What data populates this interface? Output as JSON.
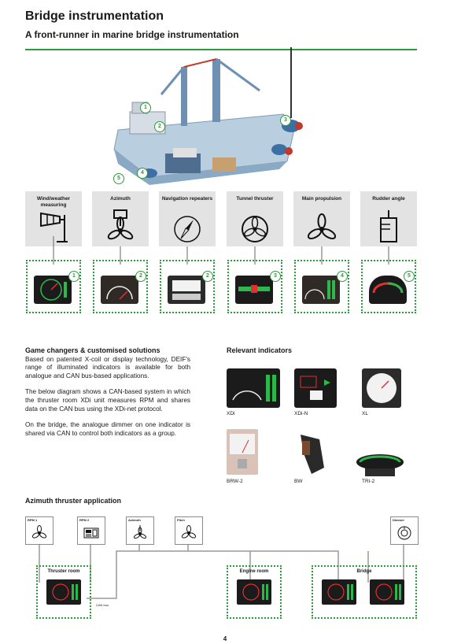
{
  "header": {
    "title": "Bridge instrumentation",
    "subtitle": "A front-runner in marine bridge instrumentation"
  },
  "ship_badges": [
    "1",
    "2",
    "3",
    "4",
    "5"
  ],
  "categories": [
    {
      "label": "Wind/weather measuring",
      "badge": "1",
      "icon": "wind-vane-icon"
    },
    {
      "label": "Azimuth",
      "badge": "2",
      "icon": "azimuth-propeller-icon"
    },
    {
      "label": "Navigation repeaters",
      "badge": "2",
      "icon": "compass-icon"
    },
    {
      "label": "Tunnel thruster",
      "badge": "3",
      "icon": "tunnel-thruster-icon"
    },
    {
      "label": "Main propulsion",
      "badge": "4",
      "icon": "propeller-icon"
    },
    {
      "label": "Rudder angle",
      "badge": "5",
      "icon": "rudder-icon"
    }
  ],
  "left_column": {
    "heading": "Game changers & customised solutions",
    "p1": "Based on patented X-coil or display technology, DEIF's range of illuminated indicators is available for both analogue and CAN bus-based applications.",
    "p2": "The below diagram shows a CAN-based system in which the thruster room XDi unit measures RPM and shares data on the CAN bus using the XDi-net protocol.",
    "p3": "On the bridge, the analogue dimmer on one indicator is shared via CAN to control both indicators as a group."
  },
  "relevant": {
    "title": "Relevant indicators",
    "products": [
      "XDi",
      "XDi-N",
      "XL",
      "BRW-2",
      "BW",
      "TRI-2"
    ]
  },
  "azimuth_app": {
    "title": "Azimuth thruster application",
    "sensors": [
      "RPM 1",
      "RPM 2",
      "Azimuth",
      "Pitch",
      "Dimmer"
    ],
    "rooms": [
      "Thruster room",
      "Engine room",
      "Bridge"
    ],
    "can_label": "CAN bus"
  },
  "page_number": "4",
  "colors": {
    "accent": "#2a9d3a",
    "tile": "#e3e3e3",
    "display": "#1b1b1b"
  }
}
